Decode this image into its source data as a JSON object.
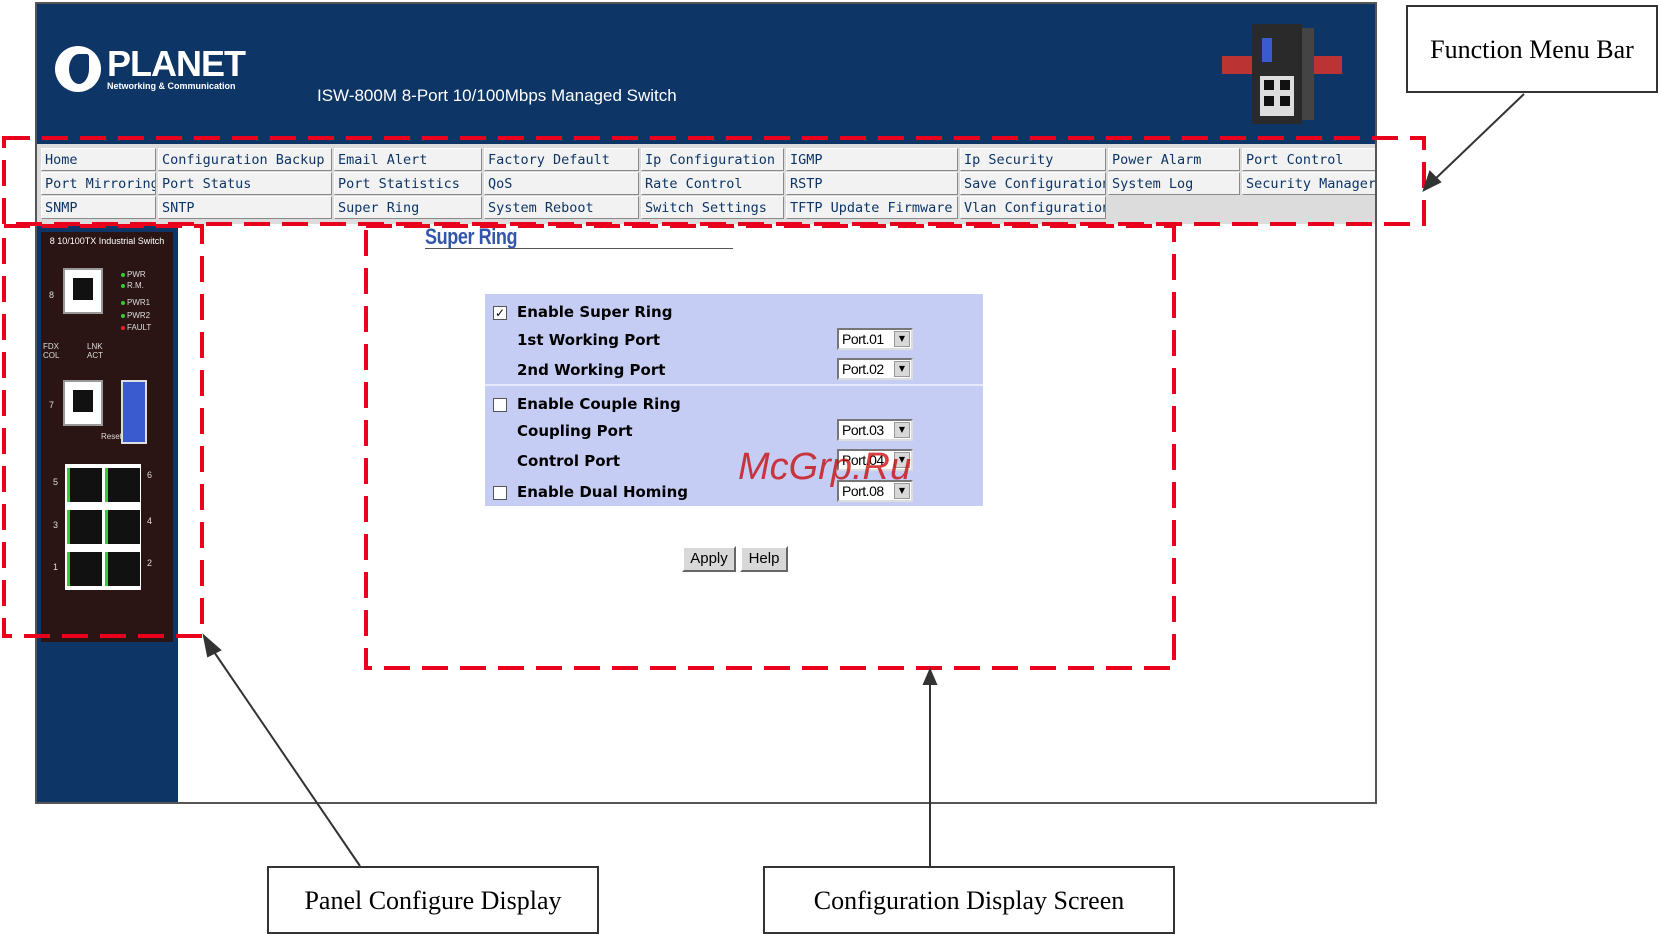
{
  "header": {
    "logo_name": "PLANET",
    "logo_tagline": "Networking & Communication",
    "product_title": "ISW-800M 8-Port 10/100Mbps Managed Switch"
  },
  "menu": {
    "items": [
      "Home",
      "Configuration Backup",
      "Email Alert",
      "Factory Default",
      "Ip Configuration",
      "IGMP",
      "Ip Security",
      "Power Alarm",
      "Port Control",
      "Port Mirroring",
      "Port Status",
      "Port Statistics",
      "QoS",
      "Rate Control",
      "RSTP",
      "Save Configuration",
      "System Log",
      "Security Manager",
      "SNMP",
      "SNTP",
      "Super Ring",
      "System Reboot",
      "Switch Settings",
      "TFTP Update Firmware",
      "Vlan Configuration"
    ]
  },
  "panel": {
    "device_label": "8 10/100TX Industrial Switch",
    "led_labels": [
      "PWR",
      "R.M.",
      "PWR1",
      "PWR2",
      "FAULT"
    ],
    "port_led_labels": [
      "FDX COL",
      "LNK ACT"
    ],
    "reset_label": "Reset",
    "port_numbers": [
      "8",
      "7",
      "5",
      "6",
      "3",
      "4",
      "1",
      "2"
    ]
  },
  "page": {
    "title": "Super Ring",
    "rows": [
      {
        "label": "Enable Super Ring",
        "checkbox": true,
        "checked": true
      },
      {
        "label": "1st Working Port",
        "select": "Port.01"
      },
      {
        "label": "2nd Working Port",
        "select": "Port.02"
      },
      {
        "label": "Enable Couple Ring",
        "checkbox": true,
        "checked": false
      },
      {
        "label": "Coupling Port",
        "select": "Port.03"
      },
      {
        "label": "Control Port",
        "select": "Port.04"
      },
      {
        "label": "Enable Dual Homing",
        "checkbox": true,
        "checked": false,
        "select": "Port.08"
      }
    ],
    "apply_label": "Apply",
    "help_label": "Help"
  },
  "annotations": {
    "function_menu_bar": "Function Menu Bar",
    "panel_configure_display": "Panel Configure Display",
    "configuration_display_screen": "Configuration Display Screen",
    "dash_color": "#e8001c"
  },
  "watermark": "McGrp.Ru",
  "colors": {
    "header_bg": "#0d3566",
    "form_bg": "#c6cdf4",
    "title_color": "#3355aa"
  }
}
